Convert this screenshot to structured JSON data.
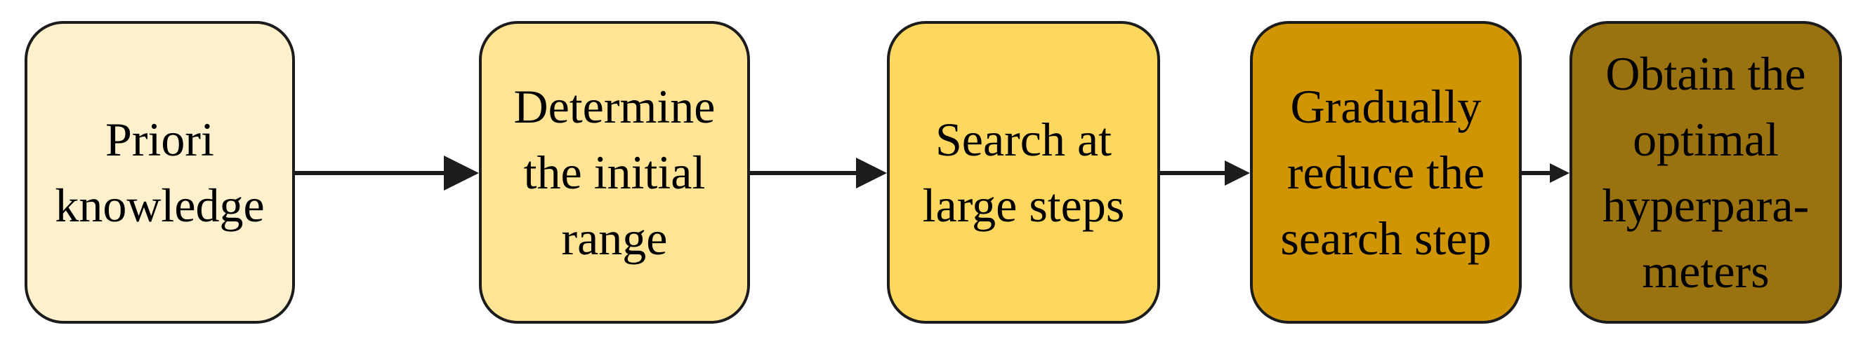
{
  "flowchart": {
    "background": "#ffffff",
    "border_color": "#1c1c1c",
    "arrow_color": "#1c1c1c",
    "text_color": "#000000",
    "steps": [
      {
        "label": "Priori\nknowledge",
        "fill": "#fdf0cc"
      },
      {
        "label": "Determine\nthe initial\nrange",
        "fill": "#fee494"
      },
      {
        "label": "Search at\nlarge steps",
        "fill": "#fed75e"
      },
      {
        "label": "Gradually\nreduce the\nsearch step",
        "fill": "#d09502"
      },
      {
        "label": "Obtain the\noptimal\nhyperpara-\nmeters",
        "fill": "#9a7210"
      }
    ]
  }
}
